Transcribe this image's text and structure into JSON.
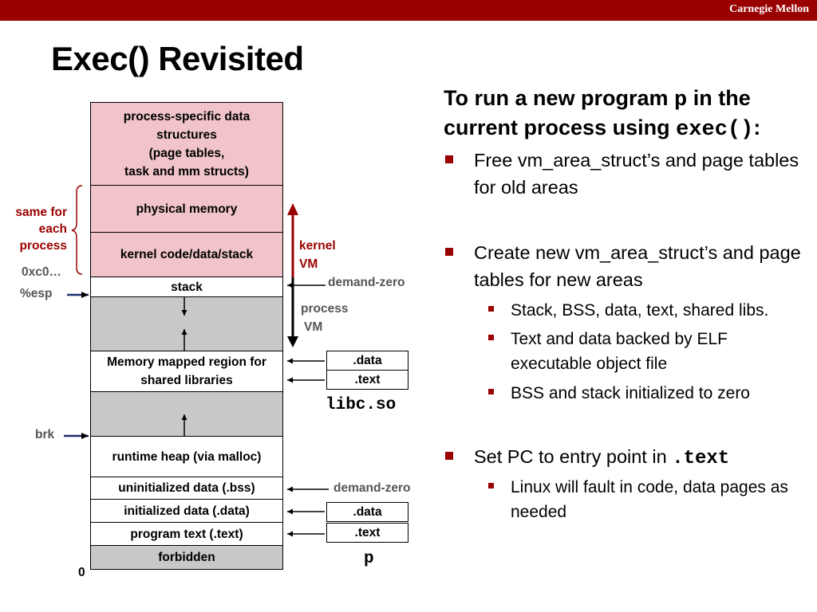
{
  "header": {
    "brand": "Carnegie Mellon",
    "bar_color": "#990000"
  },
  "slide_title": "Exec() Revisited",
  "diagram": {
    "segments": [
      {
        "lines": [
          "process-specific data",
          "structures",
          "(page tables,",
          "task and mm structs)"
        ]
      },
      {
        "text": "physical memory"
      },
      {
        "text": "kernel code/data/stack"
      },
      {
        "text": "stack"
      },
      {
        "text": "Memory mapped region for shared libraries"
      },
      {
        "text": "runtime heap (via malloc)"
      },
      {
        "text": "uninitialized data (.bss)"
      },
      {
        "text": "initialized data (.data)"
      },
      {
        "text": "program text (.text)"
      },
      {
        "text": "forbidden"
      }
    ],
    "left_labels": {
      "same_for_each_process": [
        "same for",
        "each",
        "process"
      ],
      "addr_top": "0xc0…",
      "esp": "%esp",
      "brk": "brk",
      "zero": "0"
    },
    "right_labels": {
      "kernel_vm": [
        "kernel",
        "VM"
      ],
      "process_vm": [
        "process",
        "VM"
      ],
      "demand_zero_stack": "demand-zero",
      "demand_zero_bss": "demand-zero"
    },
    "libc_file": {
      "sections": [
        ".data",
        ".text"
      ],
      "name": "libc.so"
    },
    "p_file": {
      "sections": [
        ".data",
        ".text"
      ],
      "name": "p"
    }
  },
  "panel": {
    "heading_parts": [
      "To run a new program ",
      "p",
      " in the current process using ",
      "exec()",
      ":"
    ],
    "bullets": [
      {
        "text": "Free vm_area_struct’s and page tables for old areas"
      },
      {
        "text": "Create new vm_area_struct’s and page tables for new areas",
        "subs": [
          "Stack, BSS, data, text, shared libs.",
          "Text and data backed by ELF executable object file",
          "BSS and stack initialized to zero"
        ]
      },
      {
        "text_parts": [
          "Set PC to entry point in ",
          ".text"
        ],
        "subs": [
          "Linux will fault in code, data pages as needed"
        ]
      }
    ]
  }
}
